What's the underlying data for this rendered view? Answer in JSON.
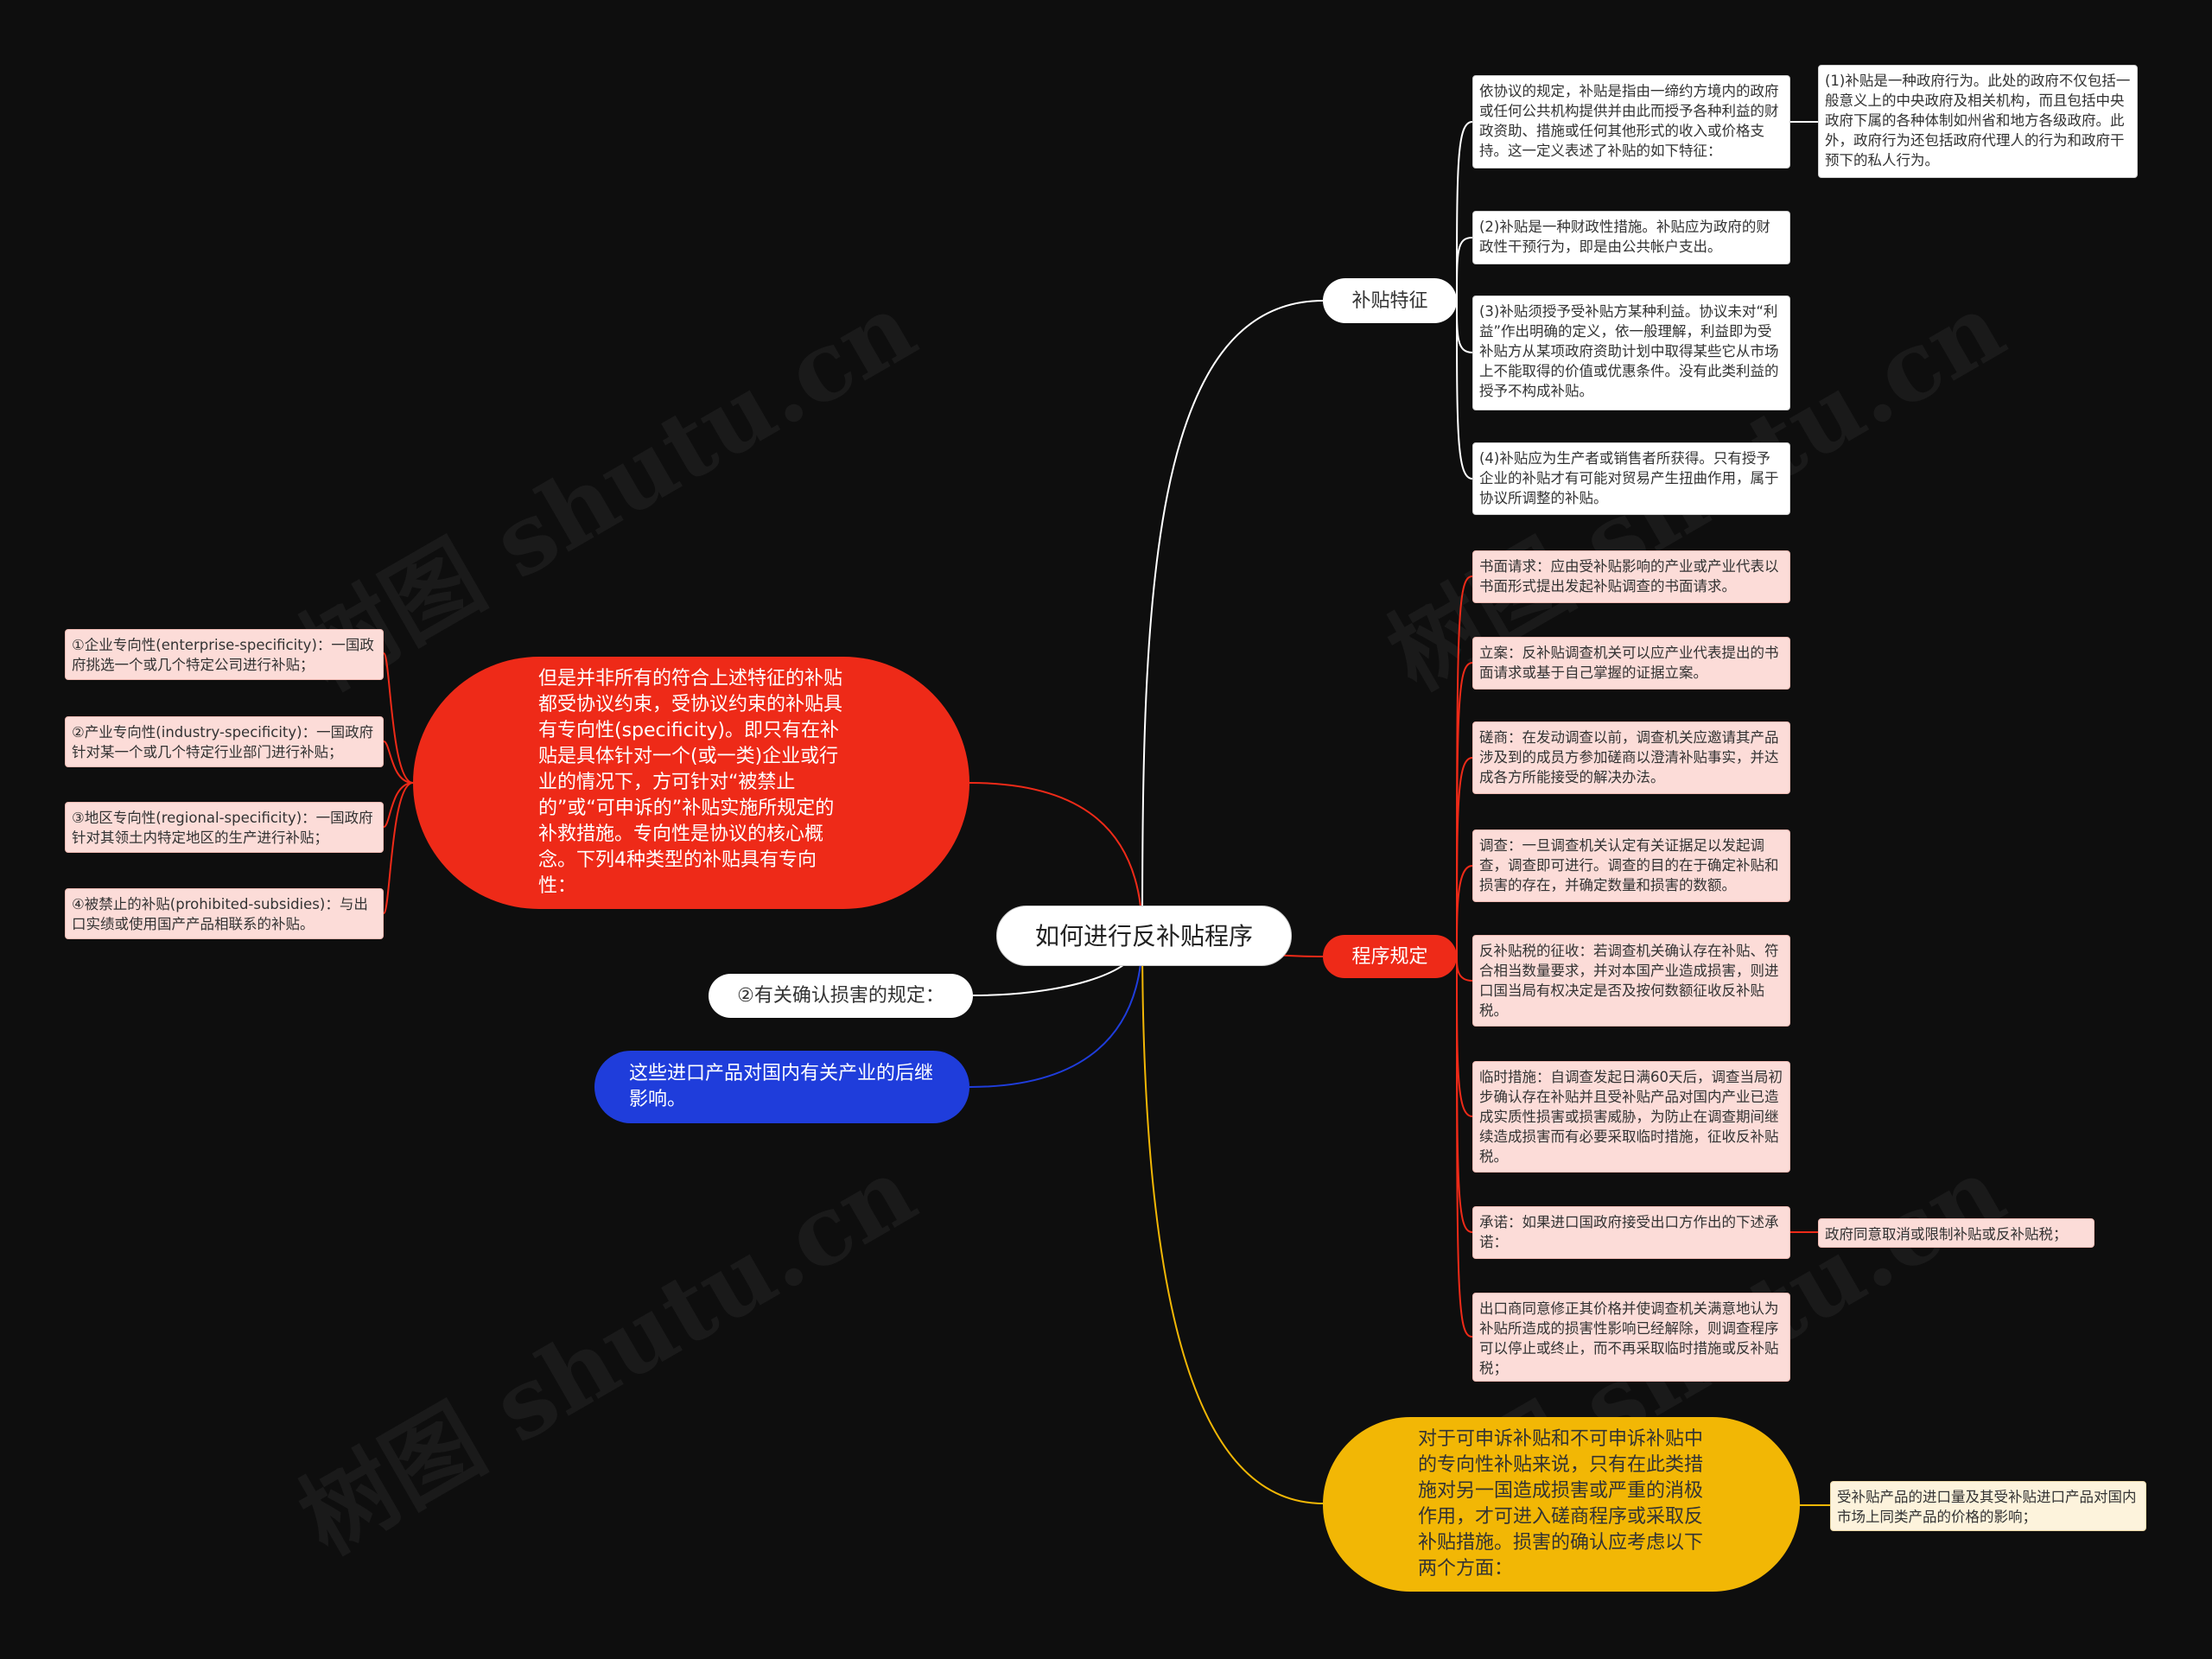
{
  "colors": {
    "background": "#0e0e0e",
    "red": "#ee2a18",
    "blue": "#1f3ddb",
    "yellow": "#f2b705",
    "white": "#ffffff",
    "pink_card": "#fcdcd8",
    "cream_card": "#fdf3dc"
  },
  "watermark": "树图 shutu.cn",
  "root": {
    "label": "如何进行反补贴程序"
  },
  "features": {
    "label": "补贴特征",
    "intro": "依协议的规定，补贴是指由一缔约方境内的政府或任何公共机构提供并由此而授予各种利益的财政资助、措施或任何其他形式的收入或价格支持。这一定义表述了补贴的如下特征：",
    "intro_detail": "(1)补贴是一种政府行为。此处的政府不仅包括一般意义上的中央政府及相关机构，而且包括中央政府下属的各种体制如州省和地方各级政府。此外，政府行为还包括政府代理人的行为和政府干预下的私人行为。",
    "item2": "(2)补贴是一种财政性措施。补贴应为政府的财政性干预行为，即是由公共帐户支出。",
    "item3": "(3)补贴须授予受补贴方某种利益。协议未对“利益”作出明确的定义，依一般理解，利益即为受补贴方从某项政府资助计划中取得某些它从市场上不能取得的价值或优惠条件。没有此类利益的授予不构成补贴。",
    "item4": "(4)补贴应为生产者或销售者所获得。只有授予企业的补贴才有可能对贸易产生扭曲作用，属于协议所调整的补贴。"
  },
  "procedure": {
    "label": "程序规定",
    "steps": [
      "书面请求：应由受补贴影响的产业或产业代表以书面形式提出发起补贴调查的书面请求。",
      "立案：反补贴调查机关可以应产业代表提出的书面请求或基于自己掌握的证据立案。",
      "磋商：在发动调查以前，调查机关应邀请其产品涉及到的成员方参加磋商以澄清补贴事实，并达成各方所能接受的解决办法。",
      "调查：一旦调查机关认定有关证据足以发起调查，调查即可进行。调查的目的在于确定补贴和损害的存在，并确定数量和损害的数额。",
      "反补贴税的征收：若调查机关确认存在补贴、符合相当数量要求，并对本国产业造成损害，则进口国当局有权决定是否及按何数额征收反补贴税。",
      "临时措施：自调查发起日满60天后，调查当局初步确认存在补贴并且受补贴产品对国内产业已造成实质性损害或损害威胁，为防止在调查期间继续造成损害而有必要采取临时措施，征收反补贴税。",
      "承诺：如果进口国政府接受出口方作出的下述承诺：",
      "出口商同意修正其价格并使调查机关满意地认为补贴所造成的损害性影响已经解除，则调查程序可以停止或终止，而不再采取临时措施或反补贴税；"
    ],
    "promise_detail": "政府同意取消或限制补贴或反补贴税；"
  },
  "injury": {
    "label": "对于可申诉补贴和不可申诉补贴中的专向性补贴来说，只有在此类措施对另一国造成损害或严重的消极作用，才可进入磋商程序或采取反补贴措施。损害的确认应考虑以下两个方面：",
    "detail": "受补贴产品的进口量及其受补贴进口产品对国内市场上同类产品的价格的影响；"
  },
  "specificity": {
    "label": "但是并非所有的符合上述特征的补贴都受协议约束，受协议约束的补贴具有专向性(specificity)。即只有在补贴是具体针对一个(或一类)企业或行业的情况下，方可针对“被禁止的”或“可申诉的”补贴实施所规定的补救措施。专向性是协议的核心概念。下列4种类型的补贴具有专向性：",
    "types": [
      "①企业专向性(enterprise-specificity)：一国政府挑选一个或几个特定公司进行补贴；",
      "②产业专向性(industry-specificity)：一国政府针对某一个或几个特定行业部门进行补贴；",
      "③地区专向性(regional-specificity)：一国政府针对其领土内特定地区的生产进行补贴；",
      "④被禁止的补贴(prohibited-subsidies)：与出口实绩或使用国产产品相联系的补贴。"
    ]
  },
  "damage_rule": {
    "label": "②有关确认损害的规定："
  },
  "aftermath": {
    "label": "这些进口产品对国内有关产业的后继影响。"
  }
}
